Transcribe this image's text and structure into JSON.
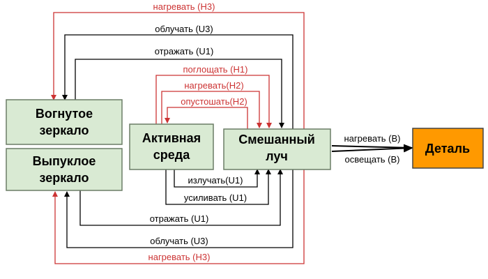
{
  "colors": {
    "node_fill": "#d9ead3",
    "node_border": "#6b7d66",
    "target_fill": "#ff9900",
    "arrow_black": "#000000",
    "arrow_red": "#cc3333"
  },
  "nodes": {
    "concave_mirror": {
      "line1": "Вогнутое",
      "line2": "зеркало"
    },
    "convex_mirror": {
      "line1": "Выпуклое",
      "line2": "зеркало"
    },
    "active_medium": {
      "line1": "Активная",
      "line2": "среда"
    },
    "mixed_beam": {
      "line1": "Смешанный",
      "line2": "луч"
    },
    "part": {
      "label": "Деталь"
    }
  },
  "edges": {
    "top_heat_h3": "нагревать (Н3)",
    "top_irradiate_u3": "облучать (U3)",
    "top_reflect_u1": "отражать (U1)",
    "absorb_h1": "поглощать (Н1)",
    "heat_h2": "нагревать(Н2)",
    "deplete_h2": "опустошать(Н2)",
    "emit_u1": "излучать(U1)",
    "amplify_u1": "усиливать (U1)",
    "beam_heat_b": "нагревать (В)",
    "beam_illuminate_b": "освещать (В)",
    "bottom_reflect_u1": "отражать (U1)",
    "bottom_irradiate_u3": "облучать (U3)",
    "bottom_heat_h3": "нагревать (Н3)"
  }
}
